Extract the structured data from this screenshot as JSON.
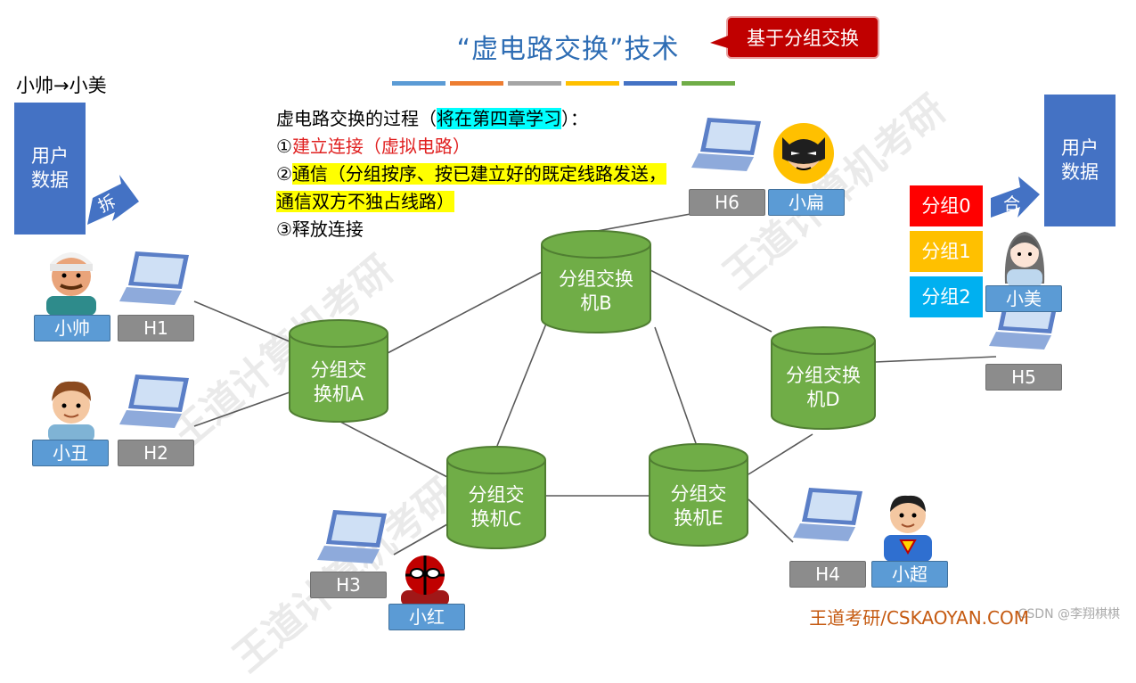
{
  "title": "“虚电路交换”技术",
  "callout": "基于分组交换",
  "route": "小帅→小美",
  "user_data_left": "用户\n数据",
  "user_data_right": "用户\n数据",
  "split_label": "拆",
  "merge_label": "合",
  "process": {
    "heading_pre": "虚电路交换的过程（",
    "heading_hl": "将在第四章学习",
    "heading_post": "）：",
    "step1_num": "①",
    "step1_text": "建立连接（虚拟电路）",
    "step2_num": "②",
    "step2_text": "通信（分组按序、按已建立好的既定线路发送，通信双方不独占线路）",
    "step3": "③释放连接"
  },
  "packets": [
    {
      "label": "分组0",
      "color": "#ff0000"
    },
    {
      "label": "分组1",
      "color": "#ffc000"
    },
    {
      "label": "分组2",
      "color": "#00b0f0"
    }
  ],
  "switches": {
    "A": "分组交\n换机A",
    "B": "分组交换\n机B",
    "C": "分组交\n换机C",
    "D": "分组交换\n机D",
    "E": "分组交\n换机E"
  },
  "hosts": {
    "H1": "H1",
    "H2": "H2",
    "H3": "H3",
    "H4": "H4",
    "H5": "H5",
    "H6": "H6"
  },
  "users": {
    "xiaoshuai": "小帅",
    "xiaochou": "小丑",
    "xiaohong": "小红",
    "xiaochao": "小超",
    "xiaomei": "小美",
    "xiaobian": "小扁"
  },
  "colors": {
    "switch_fill": "#70ad47",
    "switch_stroke": "#507e32",
    "title": "#2e6db4",
    "callout": "#c00000",
    "user_box": "#4472c4",
    "host_label": "#8c8c8c",
    "user_label": "#5b9bd5"
  },
  "color_bars": [
    "#5b9bd5",
    "#ed7d31",
    "#a5a5a5",
    "#ffc000",
    "#4472c4",
    "#70ad47"
  ],
  "footer": "王道考研/CSKAOYAN.COM",
  "footer_watermark": "CSDN @李翔棋棋"
}
